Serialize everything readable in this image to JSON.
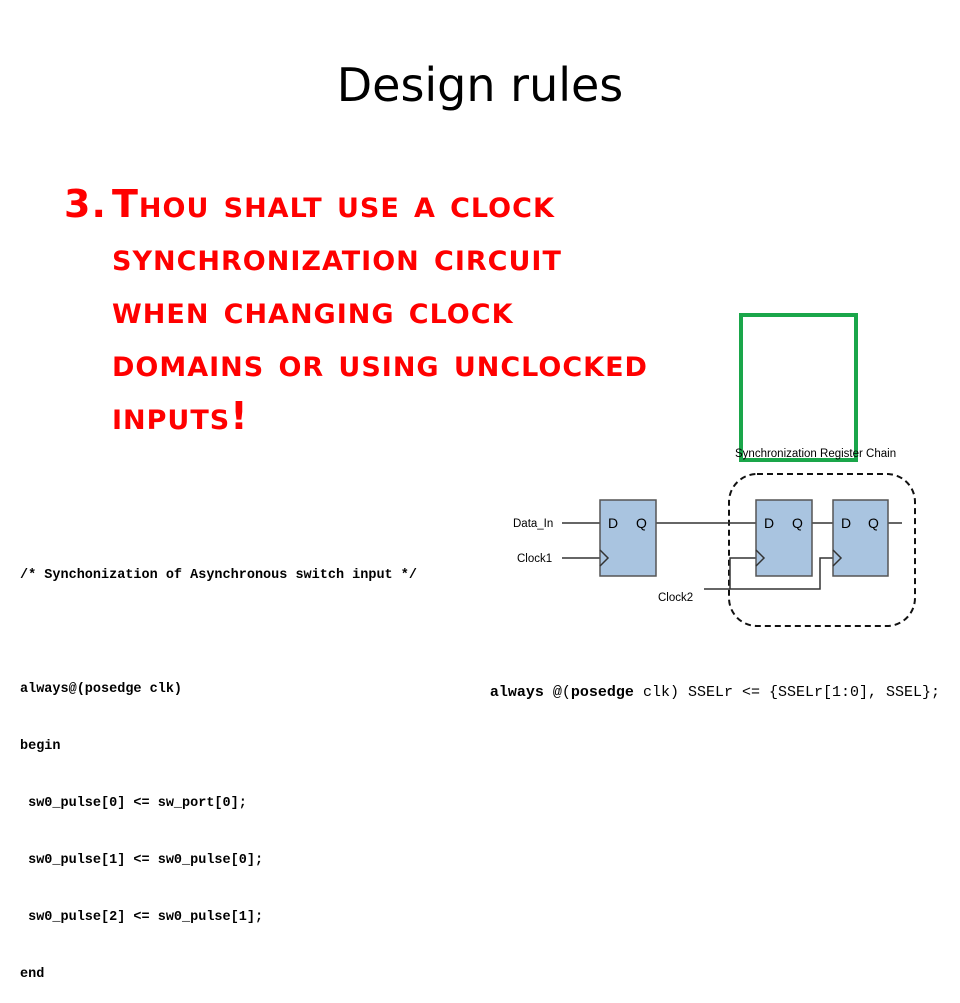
{
  "slide": {
    "title": "Design rules"
  },
  "rule": {
    "number": "3.",
    "text": "Thou shalt use a clock synchronization circuit when changing clock domains or using unclocked inputs!"
  },
  "code": {
    "lines": [
      "/* Synchonization of Asynchronous switch input */",
      "",
      "always@(posedge clk)",
      "begin",
      " sw0_pulse[0] <= sw_port[0];",
      " sw0_pulse[1] <= sw0_pulse[0];",
      " sw0_pulse[2] <= sw0_pulse[1];",
      "end"
    ]
  },
  "oneliner": {
    "kw_always": "always",
    "at": " @(",
    "kw_posedge": "posedge",
    "rest": " clk) SSELr <= {SSELr[1:0], SSEL};"
  },
  "diagram": {
    "chain_label": "Synchronization Register Chain",
    "input_data": "Data_In",
    "input_clock1": "Clock1",
    "input_clock2": "Clock2",
    "ff_d": "D",
    "ff_q": "Q",
    "colors": {
      "highlight_box": "#1aa64a",
      "flipflop_fill": "#a9c4e0",
      "flipflop_stroke": "#555555",
      "wire": "#333333"
    }
  }
}
